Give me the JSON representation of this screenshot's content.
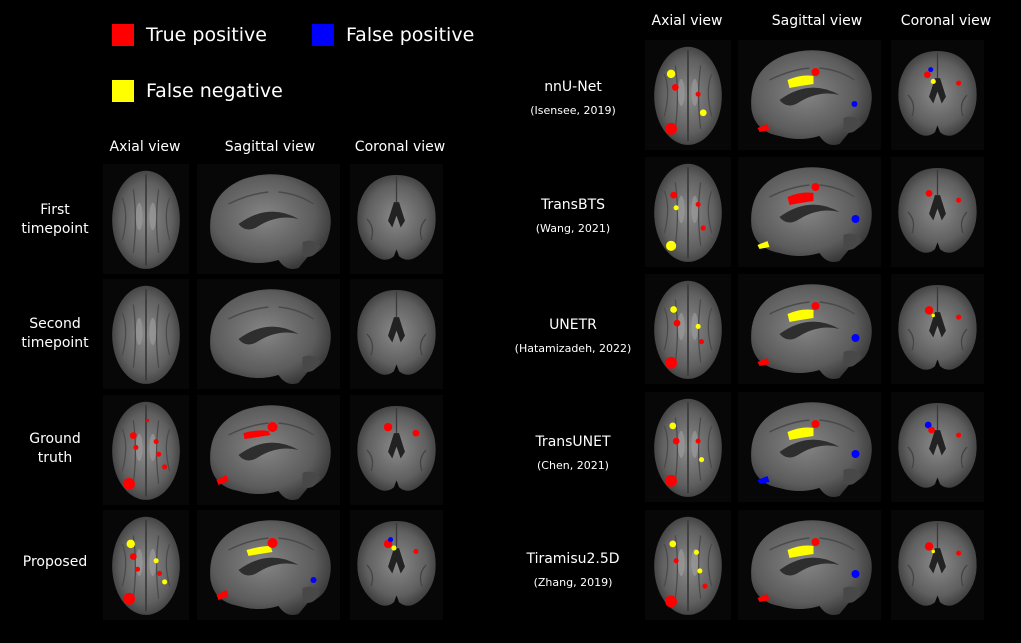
{
  "legend": {
    "true_positive": {
      "label": "True positive",
      "color": "#ff0000"
    },
    "false_positive": {
      "label": "False positive",
      "color": "#0000ff"
    },
    "false_negative": {
      "label": "False negative",
      "color": "#ffff00"
    }
  },
  "left_panel": {
    "columns": [
      "Axial view",
      "Sagittal view",
      "Coronal view"
    ],
    "rows": [
      {
        "label_line1": "First",
        "label_line2": "timepoint"
      },
      {
        "label_line1": "Second",
        "label_line2": "timepoint"
      },
      {
        "label_line1": "Ground",
        "label_line2": "truth"
      },
      {
        "label_line1": "Proposed",
        "label_line2": ""
      }
    ]
  },
  "right_panel": {
    "columns": [
      "Axial view",
      "Sagittal view",
      "Coronal view"
    ],
    "rows": [
      {
        "method": "nnU-Net",
        "citation": "(Isensee, 2019)"
      },
      {
        "method": "TransBTS",
        "citation": "(Wang, 2021)"
      },
      {
        "method": "UNETR",
        "citation": "(Hatamizadeh, 2022)"
      },
      {
        "method": "TransUNET",
        "citation": "(Chen, 2021)"
      },
      {
        "method": "Tiramisu2.5D",
        "citation": "(Zhang, 2019)"
      }
    ]
  },
  "icons": {
    "axial": "brain-axial-scan-icon",
    "sagittal": "brain-sagittal-scan-icon",
    "coronal": "brain-coronal-scan-icon"
  }
}
